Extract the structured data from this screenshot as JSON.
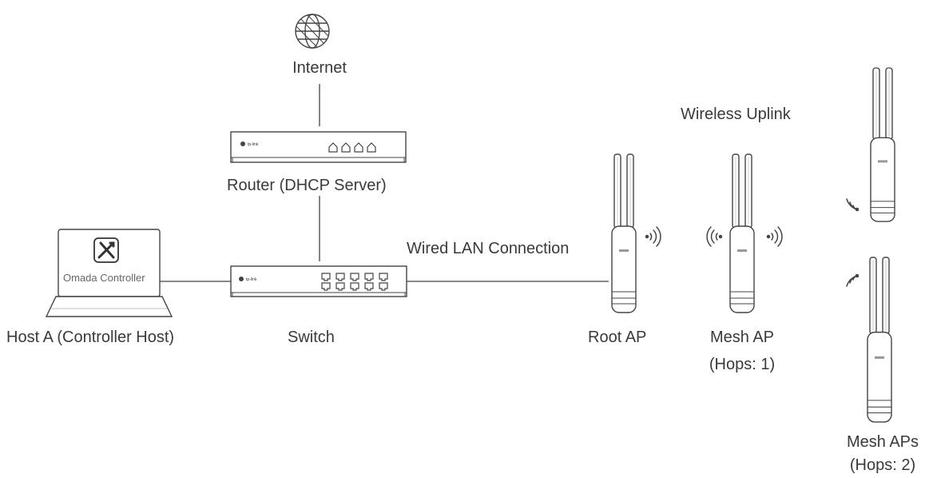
{
  "labels": {
    "internet": "Internet",
    "router": "Router (DHCP Server)",
    "switch": "Switch",
    "host": "Host A (Controller Host)",
    "omada": "Omada Controller",
    "wired": "Wired LAN Connection",
    "wireless": "Wireless Uplink",
    "root_ap": "Root AP",
    "mesh_ap": "Mesh AP",
    "mesh_ap_hops": "(Hops: 1)",
    "mesh_aps": "Mesh APs",
    "mesh_aps_hops": "(Hops: 2)",
    "brand": "tp-link"
  },
  "icons": [
    "globe-icon",
    "router-icon",
    "switch-icon",
    "laptop-icon",
    "tools-icon",
    "access-point-icon",
    "wireless-signal-icon"
  ]
}
